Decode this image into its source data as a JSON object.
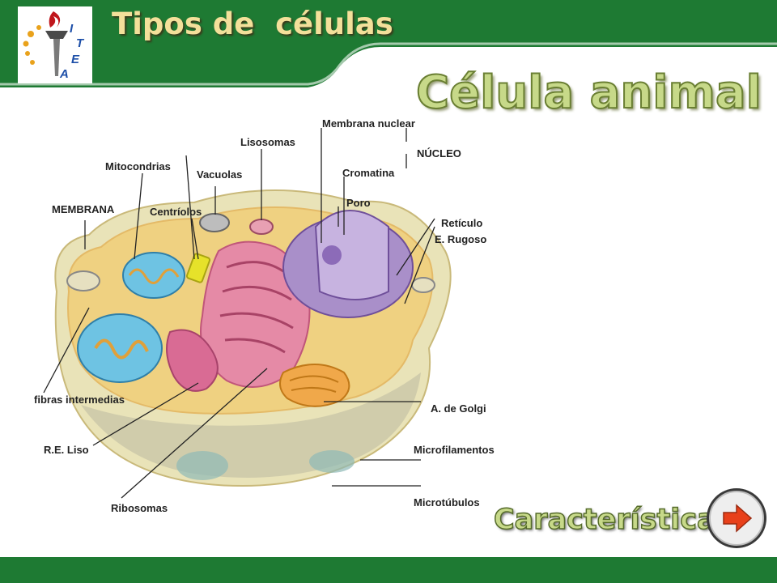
{
  "header": {
    "title": "Tipos de  células"
  },
  "logo": {
    "letters": [
      "I",
      "T",
      "E",
      "A"
    ]
  },
  "main": {
    "title": "Célula animal"
  },
  "diagram": {
    "labels": {
      "membrana": "MEMBRANA",
      "mitocondrias": "Mitocondrias",
      "vacuolas": "Vacuolas",
      "centriolos": "Centríolos",
      "lisosomas": "Lisosomas",
      "membrana_nuclear": "Membrana nuclear",
      "nucleo": "NÚCLEO",
      "cromatina": "Cromatina",
      "poro": "Poro",
      "reticulo_1": "Retículo",
      "reticulo_2": "E. Rugoso",
      "fibras": "fibras intermedias",
      "re_liso": "R.E. Liso",
      "golgi": "A. de Golgi",
      "microfilamentos": "Microfilamentos",
      "ribosomas": "Ribosomas",
      "microtubulos": "Microtúbulos"
    }
  },
  "nav": {
    "label": "Características"
  },
  "colors": {
    "band": "#1e7a33",
    "title_text": "#f3e09a",
    "accent_text": "#c7d989",
    "arrow": "#e8401a"
  }
}
